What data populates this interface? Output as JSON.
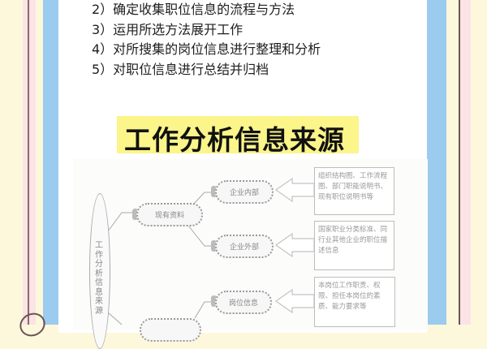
{
  "steps": [
    "2）确定收集职位信息的流程与方法",
    "3）运用所选方法展开工作",
    "4）对所搜集的岗位信息进行整理和分析",
    "5）对职位信息进行总结并归档"
  ],
  "section_title": "工作分析信息来源",
  "diagram": {
    "root": "工作分析信息来源",
    "branches": [
      {
        "label": "现有资料",
        "children": [
          {
            "label": "企业内部",
            "detail": "组织结构图、工作流程图、部门职能说明书、现有职位说明书等"
          },
          {
            "label": "企业外部",
            "detail": "国家职业分类标准、同行业其他企业的职位描述信息"
          }
        ]
      },
      {
        "label": "",
        "children": [
          {
            "label": "岗位信息",
            "detail": "本岗位工作职责、权限、担任本岗位的素质、能力要求等"
          }
        ]
      }
    ]
  },
  "colors": {
    "highlight": "#fbf58a",
    "blue_band": "#9ccbf0",
    "cream_bg": "#fdf8dc",
    "pink_strip": "#fbe3e6"
  }
}
